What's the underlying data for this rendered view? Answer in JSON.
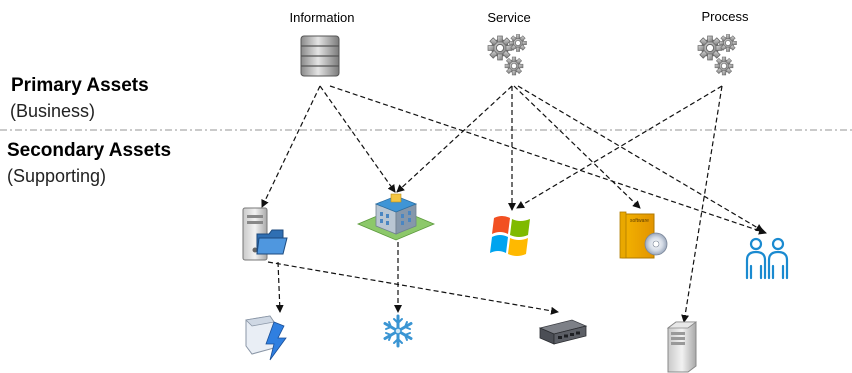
{
  "primary_assets": {
    "title": "Primary Assets",
    "subtitle": "(Business)",
    "items": [
      {
        "label": "Information",
        "icon": "database-icon"
      },
      {
        "label": "Service",
        "icon": "gears-icon"
      },
      {
        "label": "Process",
        "icon": "gears-icon"
      }
    ]
  },
  "secondary_assets": {
    "title": "Secondary Assets",
    "subtitle": "(Supporting)",
    "items": [
      {
        "icon": "file-server-icon"
      },
      {
        "icon": "office-building-icon"
      },
      {
        "icon": "windows-logo-icon"
      },
      {
        "icon": "software-box-icon"
      },
      {
        "icon": "people-icon"
      },
      {
        "icon": "power-device-icon"
      },
      {
        "icon": "snowflake-icon"
      },
      {
        "icon": "network-switch-icon"
      },
      {
        "icon": "tower-server-icon"
      }
    ]
  },
  "software_box_text": "software",
  "colors": {
    "arrow": "#111111",
    "separator": "#aaaaaa",
    "people_icon": "#1a8ad0",
    "building_roof": "#3f95d6",
    "windows_red": "#f25022",
    "windows_green": "#7fba00",
    "windows_blue": "#00a4ef",
    "windows_yellow": "#ffb900",
    "software_box": "#f4b400"
  }
}
